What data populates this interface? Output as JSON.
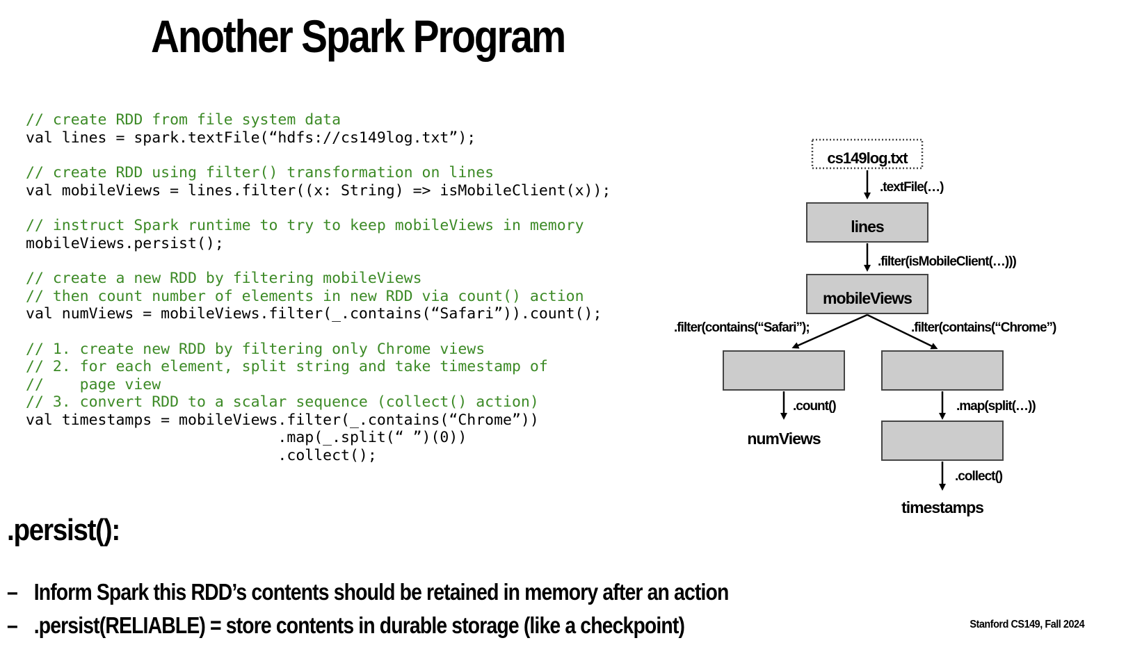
{
  "slide": {
    "title": "Another Spark Program",
    "footer": "Stanford CS149, Fall 2024"
  },
  "code": {
    "lines": [
      {
        "kind": "comment",
        "text": "// create RDD from file system data"
      },
      {
        "kind": "code",
        "text": "val lines = spark.textFile(“hdfs://cs149log.txt”);"
      },
      {
        "kind": "gap",
        "text": ""
      },
      {
        "kind": "comment",
        "text": "// create RDD using filter() transformation on lines"
      },
      {
        "kind": "code",
        "text": "val mobileViews = lines.filter((x: String) => isMobileClient(x));"
      },
      {
        "kind": "gap",
        "text": ""
      },
      {
        "kind": "comment",
        "text": "// instruct Spark runtime to try to keep mobileViews in memory"
      },
      {
        "kind": "code",
        "text": "mobileViews.persist();"
      },
      {
        "kind": "gap",
        "text": ""
      },
      {
        "kind": "comment",
        "text": "// create a new RDD by filtering mobileViews"
      },
      {
        "kind": "comment",
        "text": "// then count number of elements in new RDD via count() action"
      },
      {
        "kind": "code",
        "text": "val numViews = mobileViews.filter(_.contains(“Safari”)).count();"
      },
      {
        "kind": "gap",
        "text": ""
      },
      {
        "kind": "comment",
        "text": "// 1. create new RDD by filtering only Chrome views"
      },
      {
        "kind": "comment",
        "text": "// 2. for each element, split string and take timestamp of"
      },
      {
        "kind": "comment",
        "text": "//    page view"
      },
      {
        "kind": "comment",
        "text": "// 3. convert RDD to a scalar sequence (collect() action)"
      },
      {
        "kind": "code",
        "text": "val timestamps = mobileViews.filter(_.contains(“Chrome”))"
      },
      {
        "kind": "code",
        "text": "                            .map(_.split(“ ”)(0))"
      },
      {
        "kind": "code",
        "text": "                            .collect();"
      }
    ]
  },
  "diagram": {
    "file_node": "cs149log.txt",
    "edge_textfile": ".textFile(…)",
    "lines_node": "lines",
    "edge_filter_mobile": ".filter(isMobileClient(…)))",
    "mobile_node": "mobileViews",
    "edge_filter_safari": ".filter(contains(“Safari”);",
    "edge_filter_chrome": ".filter(contains(“Chrome”)",
    "edge_count": ".count()",
    "edge_map": ".map(split(…))",
    "edge_collect": ".collect()",
    "result_numviews": "numViews",
    "result_timestamps": "timestamps",
    "box_fill": "#cccccc",
    "box_stroke": "#444444"
  },
  "persist_section": {
    "heading": ".persist():",
    "dash": "–",
    "bullets": [
      "Inform Spark this RDD’s contents should be retained in memory after an action",
      ".persist(RELIABLE) = store contents in durable storage (like a checkpoint)"
    ]
  }
}
